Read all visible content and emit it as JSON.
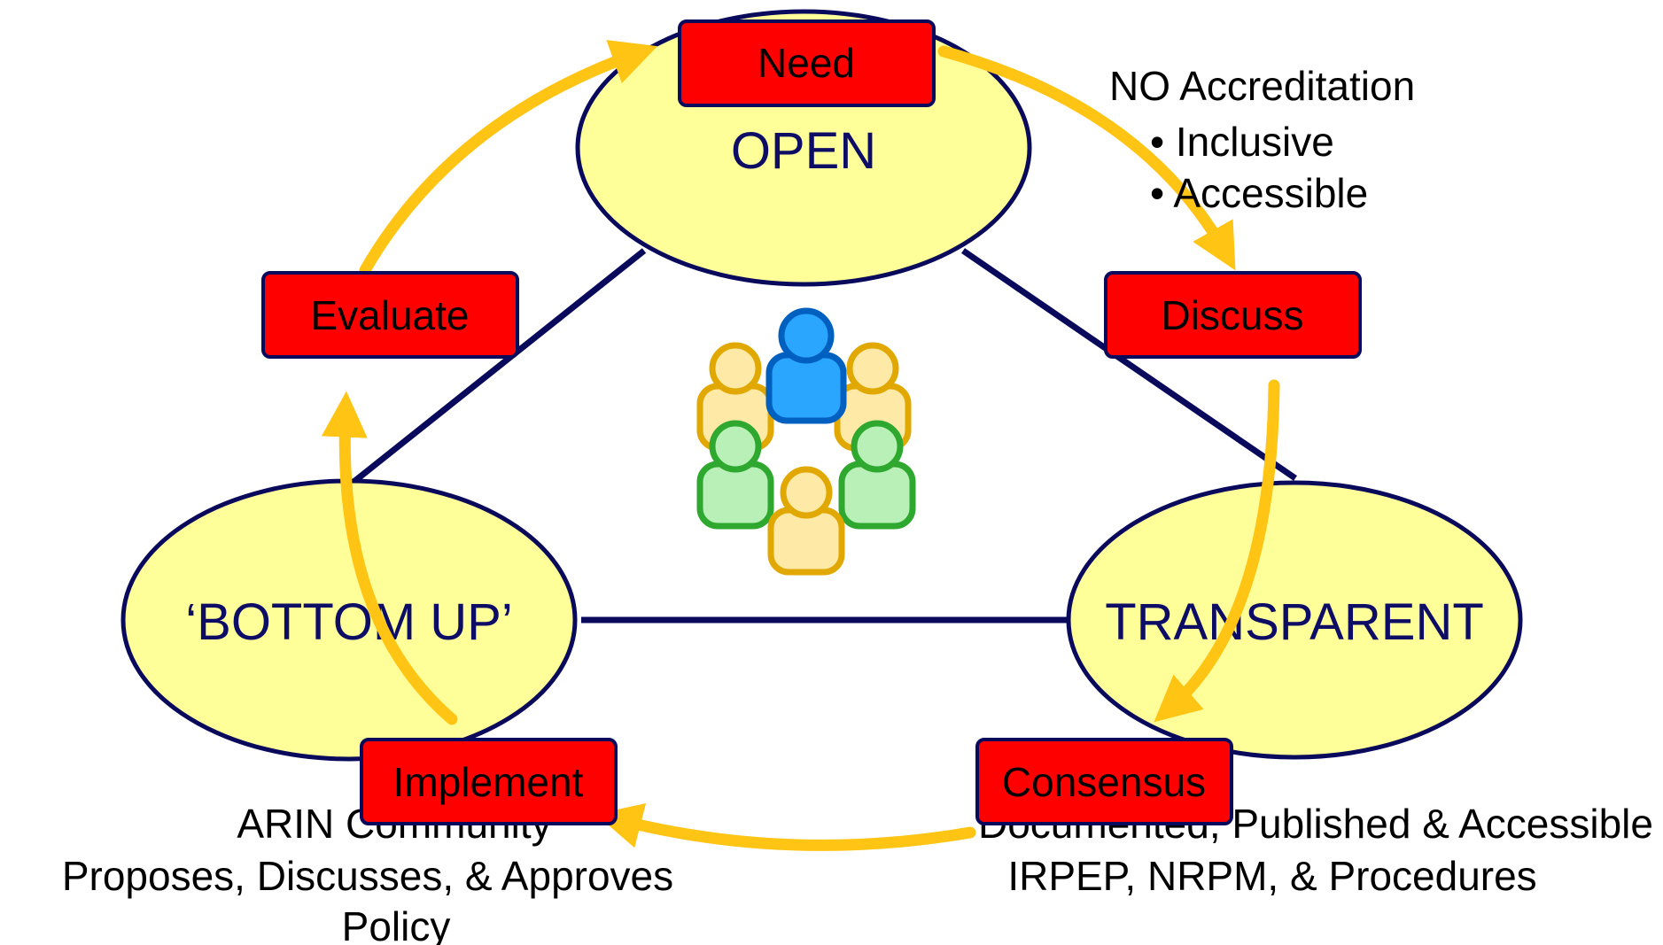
{
  "colors": {
    "ellipse_fill": "#ffff99",
    "ellipse_stroke": "#0a0a5c",
    "box_fill": "#ff0000",
    "arrow": "#ffc414",
    "connector": "#0a0a5c"
  },
  "principles": {
    "open": "OPEN",
    "bottom_up": "‘BOTTOM UP’",
    "transparent": "TRANSPARENT"
  },
  "steps": {
    "need": "Need",
    "discuss": "Discuss",
    "consensus": "Consensus",
    "implement": "Implement",
    "evaluate": "Evaluate"
  },
  "notes": {
    "open": [
      "NO Accreditation",
      "• Inclusive",
      "• Accessible"
    ],
    "bottom_up": [
      "ARIN Community",
      "Proposes, Discusses, & Approves",
      "Policy"
    ],
    "transparent": [
      "Documented, Published & Accessible",
      "IRPEP, NRPM, & Procedures"
    ]
  },
  "center_icon": "people-circle-icon"
}
